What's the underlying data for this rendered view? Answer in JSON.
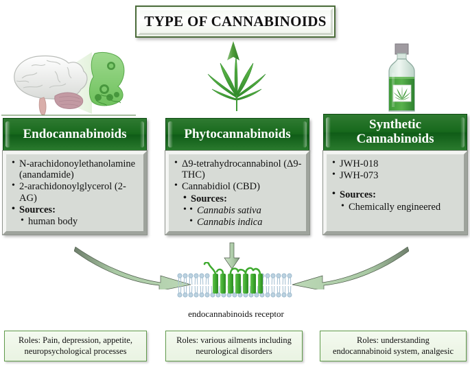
{
  "title": {
    "text": "TYPE OF CANNABINOIDS"
  },
  "illustrations": {
    "brain": "brain-with-synapse-illustration",
    "leaf": "cannabis-leaf-illustration",
    "bottle": "synthetic-cannabinoid-bottle-illustration",
    "receptor": "endocannabinoid-receptor-membrane-illustration"
  },
  "receptor": {
    "label": "endocannabinoids receptor"
  },
  "arrows": {
    "title_down": "down-arrow-icon",
    "left_curved": "curved-arrow-to-receptor-left",
    "middle_down": "down-arrow-to-receptor-middle",
    "right_curved": "curved-arrow-to-receptor-right"
  },
  "categories": [
    {
      "id": "endocannabinoids",
      "header": "Endocannabinoids",
      "items": [
        {
          "text": "N-arachidonoylethanolamine (anandamide)",
          "level": 1,
          "style": "normal"
        },
        {
          "text": "2-arachidonoylglycerol (2-AG)",
          "level": 1,
          "style": "normal"
        },
        {
          "text": "Sources:",
          "level": 1,
          "style": "bold"
        },
        {
          "text": "human body",
          "level": 2,
          "style": "normal"
        }
      ],
      "roles": [
        "Roles: Pain, depression, appetite,",
        "neuropsychological processes"
      ]
    },
    {
      "id": "phytocannabinoids",
      "header": "Phytocannabinoids",
      "items": [
        {
          "text": "Δ9-tetrahydrocannabinol (Δ9-THC)",
          "level": 1,
          "style": "normal"
        },
        {
          "text": "Cannabidiol (CBD)",
          "level": 1,
          "style": "normal"
        },
        {
          "text": "Sources:",
          "level": 2,
          "style": "bold"
        },
        {
          "text": "Cannabis sativa",
          "level": 3,
          "style": "italic"
        },
        {
          "text": "Cannabis indica",
          "level": 3,
          "style": "italic"
        }
      ],
      "roles": [
        "Roles:  various ailments including",
        "neurological disorders"
      ]
    },
    {
      "id": "synthetic-cannabinoids",
      "header": "Synthetic Cannabinoids",
      "header_line1": "Synthetic",
      "header_line2": "Cannabinoids",
      "items": [
        {
          "text": "JWH-018",
          "level": 1,
          "style": "normal"
        },
        {
          "text": "JWH-073",
          "level": 1,
          "style": "normal"
        },
        {
          "text": "Sources:",
          "level": 1,
          "style": "bold"
        },
        {
          "text": "Chemically engineered",
          "level": 2,
          "style": "normal"
        }
      ],
      "roles": [
        "Roles: understanding",
        "endocannabinoid system, analgesic"
      ]
    }
  ],
  "colors": {
    "header_green_dark": "#0f5c17",
    "header_green_light": "#2f7a31",
    "panel_grey": "#d7dbd6",
    "roles_border": "#5f9a4a",
    "roles_bg": "#eef6e8",
    "leaf_green": "#4faa3c",
    "arrow_green": "#a9c9a4",
    "title_border": "#4b6b3a"
  }
}
